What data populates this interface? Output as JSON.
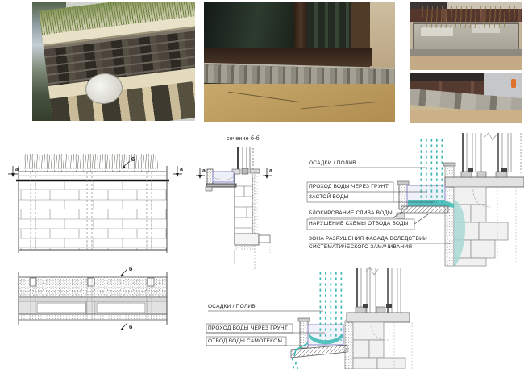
{
  "figure": {
    "section_title": "сечение б-б",
    "marker_a": "а",
    "marker_b": "б"
  },
  "upper_detail": {
    "callout_precipitation": "ОСАДКИ / ПОЛИВ",
    "callout_water_through_soil": "ПРОХОД ВОДЫ ЧЕРЕЗ ГРУНТ",
    "callout_stagnation": "ЗАСТОЙ ВОДЫ",
    "callout_drain_blocked": "БЛОКИРОВАНИЕ СЛИВА ВОДЫ",
    "callout_scheme_violation": "НАРУШЕНИЕ СХЕМЫ ОТВОДА ВОДЫ",
    "callout_zone_line1": "ЗОНА РАЗРУШЕНИЯ ФАСАДА ВСЛЕДСТВИИ",
    "callout_zone_line2": "СИСТЕМАТИЧЕСКОГО ЗАМАЧИВАНИЯ"
  },
  "lower_detail": {
    "callout_precipitation": "ОСАДКИ / ПОЛИВ",
    "callout_water_through_soil": "ПРОХОД ВОДЫ ЧЕРЕЗ ГРУНТ",
    "callout_gravity_drain": "ОТВОД ВОДЫ САМОТЕКОМ"
  },
  "colors": {
    "rain": "#3fb8b4",
    "water": "#45bcb8",
    "moisture_zone": "#a5d8d4",
    "planter_outline": "#8886c8",
    "drawing_line": "#555555"
  }
}
